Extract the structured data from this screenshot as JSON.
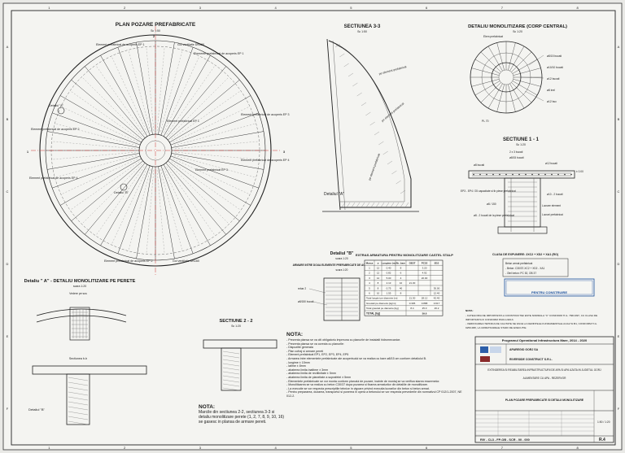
{
  "titles": {
    "plan": "PLAN POZARE PREFABRICATE",
    "plan_scale": "Sc 1:50",
    "sectiunea33": "SECTIUNEA 3-3",
    "sectiunea33_scale": "Sc 1:50",
    "detaliu_central": "DETALIU MONOLITIZARE (CORP CENTRAL)",
    "detaliu_central_scale": "Sc 1:20",
    "sectiune11": "SECTIUNE 1 - 1",
    "sectiune11_scale": "Sc 1:20",
    "detaliu_a": "Detaliu \" A\" - DETALIU MONOLITIZARE PE PERETE",
    "detaliu_a_scale": "scara 1:20",
    "sectiune22": "SECTIUNE 2 - 2",
    "sectiune22_scale": "Sc 1:20",
    "detaliu_b": "Detaliul \"B\"",
    "detaliu_b_scale": "scara 1:20",
    "detaliu_b_small": "Detaliul \"B\"",
    "sectiune_bb": "Sectiunea b-b",
    "vedere_sus": "Vedere pe sus"
  },
  "plan_labels": {
    "ep_top_left": "Element prefabricat de acoperis EP 1",
    "ep_top_right": "Elemente prefabricat de acoperis EP 1",
    "gol_top": "Gol ventilatie DN160",
    "gol_bottom": "Gol ventilatie DN160",
    "ep2_left": "Element prefabricat de acoperis EP 2",
    "ep3_right": "Element prefabricat de acoperis EP 3",
    "ep4_left": "Element prefabricat de acoperis EP 4",
    "ep4_right": "Element prefabricat de acoperis EP 4",
    "ep_bottom": "Element prefabricat de acoperis EP 2",
    "ep1_center": "Element prefabricat EP 1",
    "ep_right_mid": "Element prefabricat EP 3",
    "det_a": "Detaliul \"A\"",
    "det_b": "Detaliul \"B\"",
    "cut_1": "1",
    "cut_2": "2",
    "cut_3": "3"
  },
  "section33_labels": {
    "pe_elem_top": "pe element prefabricat",
    "pe_elem_mid": "pe element prefabricat",
    "pe_elem_low": "pe element prefabricat",
    "detaliu_a": "Detaliul \"A\""
  },
  "central_labels": {
    "elem": "Elem prefabricat",
    "r1": "ø8/15 bucati",
    "r2": "ø10/10 bucati",
    "r3": "ø12 bucati",
    "r4": "ø8 inel",
    "r5": "ø12 buc",
    "pl": "PL 70"
  },
  "s11_labels": {
    "l1": "2 x 3 bucati",
    "l2": "ø8/15 bucati",
    "l3": "ø12 bucati",
    "l4": "ø8 bucati",
    "l5": "EP3 - EP4 / 25 capacitate si tb piese prefabricat",
    "l6": "ø8 / 150",
    "l7": "ø10 - 2 bucati",
    "l8": "Lucrare element",
    "l9": "Lucrari prefabricat",
    "l10": "ø8 - 2 bucati de la piese prefabricat",
    "l11": "± 0.00"
  },
  "detaliu_b_box": {
    "header": "ARMARE INTRE DOUA ELEMENTE PREFABRICATE DE ACOPERIS ALATURATE",
    "scale": "scara 1:20",
    "l1": "rebar 2",
    "l2": "ø8/150 bucati"
  },
  "table": {
    "title": "EXTRAS ARMATURA PENTRU MONOLITIZARE CASTEL STALP",
    "headers": [
      "Marca",
      "ø",
      "Lungime (m)",
      "Nr. bare",
      "OB37",
      "PC52",
      "Ø10"
    ],
    "rows": [
      [
        "1",
        "12",
        "0.40",
        "8",
        "",
        "3.20",
        ""
      ],
      [
        "2",
        "12",
        "0.82",
        "6",
        "",
        "4.92",
        ""
      ],
      [
        "3",
        "12",
        "5.00",
        "4",
        "",
        "20.00",
        ""
      ],
      [
        "4",
        "8",
        "2.13",
        "10",
        "21.30",
        "",
        ""
      ],
      [
        "5",
        "8",
        "0.75",
        "40",
        "",
        "",
        "30.00"
      ],
      [
        "6",
        "10",
        "1.55",
        "8",
        "",
        "",
        "12.40"
      ]
    ],
    "sum_label": "Total lungimi pe diametre [m]",
    "sum_values": [
      "21.30",
      "28.12",
      "42.40"
    ],
    "mass_label": "Greutati pe diametre [kg/m]",
    "mass_values": [
      "0.395",
      "0.888",
      "0.617"
    ],
    "total_label": "Total greutati pe diametre [kg]",
    "total_values": [
      "8.4",
      "25.0",
      "26.2"
    ],
    "grand_label": "TOTAL [kg]",
    "grand_value": "59.6"
  },
  "beton_box": {
    "title": "CLASA DE EXPUNERE: 2XC2 + XD2 + XA1 (RO)",
    "l1": "Beton armat prefabricat",
    "l2": "- Beton: C30/37-XC2 + XD2 - XA1",
    "l3": "- Otel beton: PC 52, OB 37"
  },
  "nota_main": {
    "title": "NOTA:",
    "lines": [
      "- Prezenta plansa se va citi obligatoriu impreuna cu planurile de instalatii hidromecanice.",
      "- Prezenta plansa se va corecta cu planurile:",
      "     - Dispozitie generala",
      "     - Plan cofraj si armare pereti",
      "     - Element prefabricat EP1, EP2, EP3, EP4, EP5",
      "- Armarea intre elementele prefabricate ale acoperisului se va realiza cu bare ø8/15 cm conform detaliului B.",
      "     - lungime ± 15mm",
      "     - latime ± 8mm",
      "     - abaterea limita inaltime ± 3mm",
      "     - abaterea limita de rectilinitate ± 5mm",
      "     - abaterea limita de planeitate a suprafetei ± 5mm",
      "- Elementele prefabricate se vor monta conform planului de pozare; inainte de montaj se va verifica starea reazemelor.",
      "- Monolitizarea se va realiza cu beton C30/37 dupa pozarea si fixarea armaturilor din detaliile de monolitizare.",
      "- La executie se vor respecta prescriptiile tehnice in vigoare privind executia lucrarilor din beton si beton armat.",
      "- Pentru prepararea, dozarea, transportul si punerea in opera a betonului se vor respecta prevederile din normativul CP 012/1-2007, NE 012-2."
    ]
  },
  "nota_left": {
    "title": "NOTA:",
    "l1": "Marcile din sectiunea 2-2, sectiunea 3-3 si",
    "l2": "detaliu monolitizare perete (1, 2, 7, 8, 9, 10, 16)",
    "l3": "se gasesc in plansa de armare pereti."
  },
  "stamp": {
    "label": "PENTRU CONSTRUIRE"
  },
  "nota_right": {
    "title": "NOTA:",
    "l1": "- CATEGORIA DE IMPORTANTA A CONSTRUCTIEI ESTE NORMALA \"C\" CONFORM H.G. 766/1997, CU CLASA DE",
    "l2": "  IMPORTANTA III CONFORM P100-1/2013.",
    "l3": "- VERIFICAREA TEHNICA DE CALITATE SE FACE LA CERINTELE FUNDAMENTALE A1/A2 SI B1, CONFORM H.G.",
    "l4": "  925/1995, LA URMATOARELE STADII DE EXECUTIE."
  },
  "titleblock": {
    "program": "Programul Operational Infrastructura Mare, 2014 - 2020",
    "beneficiar": "APAREGIO GORJ SA",
    "proiectant": "RIVERSIDE CONSTRUCT S.R.L.",
    "project": "EXTINDEREA SI REABILITAREA INFRASTRUCTURII DE APA SI APA UZATA IN JUDETUL GORJ",
    "obiect": "ALIMENTARE CU APA - REZERVOR",
    "sheet_title": "PLAN POZARE PREFABRICATE SI DETALII MONOLITIZARE",
    "code": "RIV - CL3 - FP-OB - SCR - 00 - 000",
    "scale": "1:50 / 1:20",
    "sheet_no": "R.4"
  },
  "grid": {
    "cols": [
      "1",
      "2",
      "3",
      "4",
      "5",
      "6",
      "7",
      "8"
    ],
    "rows": [
      "A",
      "B",
      "C",
      "D",
      "E",
      "F"
    ]
  }
}
